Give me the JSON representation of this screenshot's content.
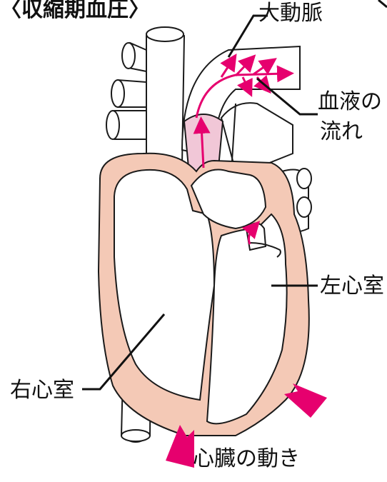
{
  "title": "〈収縮期血圧〉",
  "labels": {
    "aorta": "大動脈",
    "blood_flow_line1": "血液の",
    "blood_flow_line2": "流れ",
    "left_ventricle": "左心室",
    "right_ventricle": "右心室",
    "heart_motion": "心臓の動き"
  },
  "colors": {
    "muscle": "#f4c9b6",
    "arrow": "#e6006e",
    "valve_fill": "#f1c7d7",
    "outline": "#1a1a1a"
  }
}
